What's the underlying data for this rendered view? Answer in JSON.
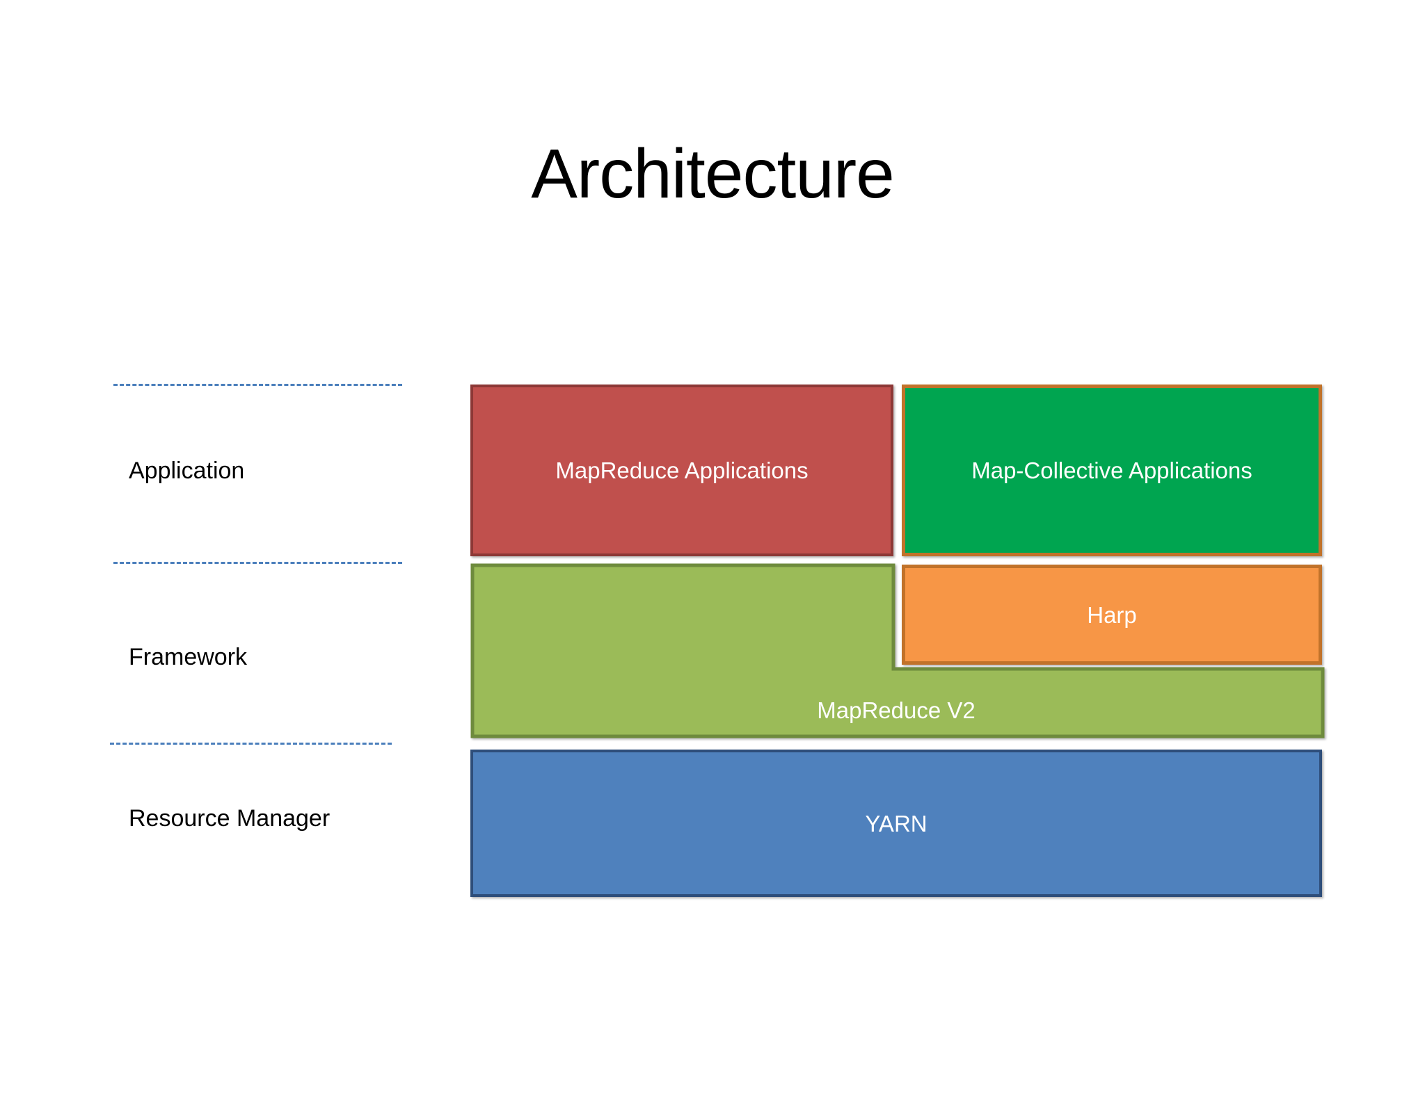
{
  "slide": {
    "title": "Architecture"
  },
  "tiers": [
    {
      "id": "application",
      "label": "Application"
    },
    {
      "id": "framework",
      "label": "Framework"
    },
    {
      "id": "resource_manager",
      "label": "Resource Manager"
    }
  ],
  "blocks": {
    "mapreduce_applications": {
      "label": "MapReduce Applications",
      "fill": "#C0504D",
      "border": "#8C3836",
      "tier": "application"
    },
    "map_collective_applications": {
      "label": "Map-Collective Applications",
      "fill": "#00A550",
      "border": "#C1722A",
      "tier": "application"
    },
    "harp": {
      "label": "Harp",
      "fill": "#F79646",
      "border": "#C1722A",
      "tier": "framework"
    },
    "mapreduce_v2": {
      "label": "MapReduce V2",
      "fill": "#9BBB59",
      "border": "#6E8B3D",
      "tier": "framework"
    },
    "yarn": {
      "label": "YARN",
      "fill": "#4F81BD",
      "border": "#2E4E7A",
      "tier": "resource_manager"
    }
  },
  "divider_color": "#4A7EBB",
  "text_color_on_block": "#FFFFFF",
  "background_color": "#FFFFFF"
}
